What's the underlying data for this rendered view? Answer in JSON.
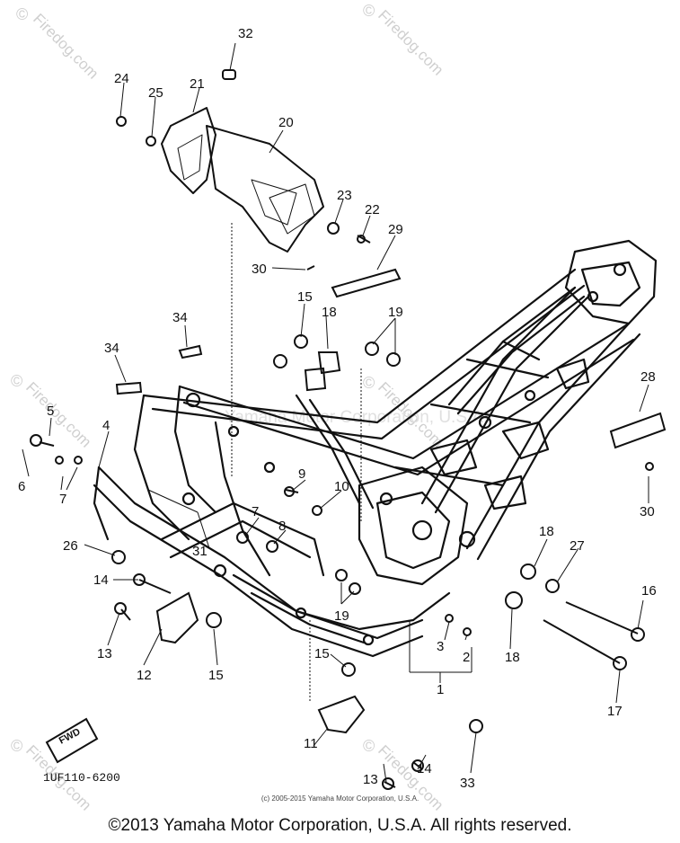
{
  "diagram": {
    "drawing_number": "1UF110-6200",
    "forward_label": "FWD",
    "watermark_text": "Firedog.com",
    "watermark_copyright": "©",
    "faint_center_text": "Yamaha Motor Corporation, U.S.A.",
    "small_copyright": "(c) 2005-2015 Yamaha Motor Corporation, U.S.A.",
    "footer_copyright": "©2013 Yamaha Motor Corporation, U.S.A. All rights reserved.",
    "callouts": [
      "1",
      "2",
      "3",
      "4",
      "5",
      "6",
      "7",
      "7",
      "8",
      "9",
      "10",
      "11",
      "12",
      "13",
      "13",
      "14",
      "14",
      "15",
      "15",
      "15",
      "16",
      "17",
      "18",
      "18",
      "18",
      "19",
      "19",
      "20",
      "21",
      "22",
      "23",
      "24",
      "25",
      "26",
      "27",
      "28",
      "29",
      "30",
      "30",
      "31",
      "32",
      "33",
      "34",
      "34"
    ]
  }
}
